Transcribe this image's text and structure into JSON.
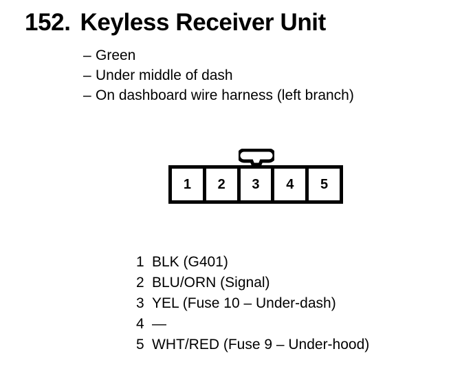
{
  "page": {
    "background_color": "#ffffff",
    "ink_color": "#000000"
  },
  "title": {
    "number": "152.",
    "name": "Keyless Receiver Unit"
  },
  "notes": {
    "dash": "–",
    "items": [
      "Green",
      "Under middle of dash",
      "On dashboard wire harness (left branch)"
    ]
  },
  "connector": {
    "label": "keyless-receiver-connector",
    "pin_count": 5,
    "lock_tab": "locking-tab",
    "pins": [
      {
        "number": "1"
      },
      {
        "number": "2"
      },
      {
        "number": "3"
      },
      {
        "number": "4"
      },
      {
        "number": "5"
      }
    ]
  },
  "legend": {
    "rows": [
      {
        "number": "1",
        "description": "BLK (G401)"
      },
      {
        "number": "2",
        "description": "BLU/ORN (Signal)"
      },
      {
        "number": "3",
        "description": "YEL (Fuse 10 – Under-dash)"
      },
      {
        "number": "4",
        "description": "—"
      },
      {
        "number": "5",
        "description": "WHT/RED (Fuse 9 – Under-hood)"
      }
    ]
  }
}
